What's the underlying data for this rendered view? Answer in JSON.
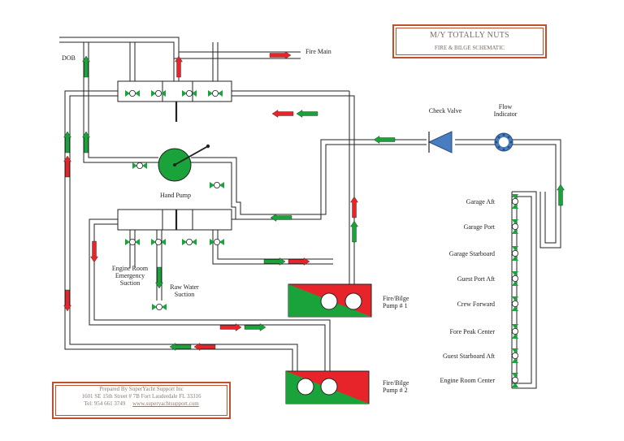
{
  "title_box": {
    "vessel": "M/Y TOTALLY NUTS",
    "schematic": "FIRE & BILGE SCHEMATIC"
  },
  "labels": {
    "dob": "DOB",
    "fire_main": "Fire Main",
    "check_valve": "Check Valve",
    "flow_indicator": "Flow\nIndicator",
    "hand_pump": "Hand Pump",
    "engine_room_emergency": "Engine Room\nEmergency\nSuction",
    "raw_water": "Raw Water\nSuction",
    "pump1": "Fire/Bilge\nPump # 1",
    "pump2": "Fire/Bilge\nPump # 2"
  },
  "suction_points": [
    "Garage Aft",
    "Garage Port",
    "Garage Starboard",
    "Guest Port Aft",
    "Crew Forward",
    "Fore Peak Center",
    "Guest Starboard Aft",
    "Engine Room Center"
  ],
  "prepared_by": {
    "line1": "Prepared By SuperYacht Support Inc",
    "line2": "1601 SE 15th Street # 7B Fort Lauderdale FL 33316",
    "phone": "Tel: 954 661 3749",
    "website": "www.superyachtsupport.com"
  },
  "colors": {
    "flow_red": "#e8242b",
    "flow_green": "#1aa33a",
    "pump_green": "#1aa33a",
    "pump_red": "#e8242b",
    "check_valve": "#4a7cc0",
    "border": "#c0502c"
  }
}
